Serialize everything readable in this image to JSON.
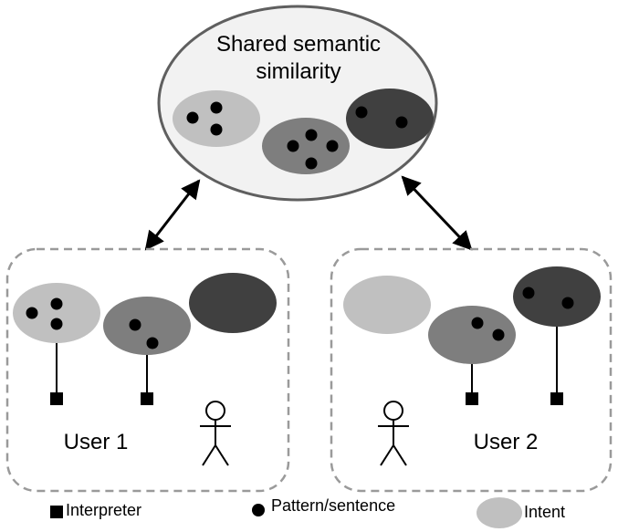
{
  "shared": {
    "title_line1": "Shared semantic",
    "title_line2": "similarity"
  },
  "users": [
    {
      "label": "User 1"
    },
    {
      "label": "User 2"
    }
  ],
  "legend": {
    "interpreter": "Interpreter",
    "pattern": "Pattern/sentence",
    "intent": "Intent"
  },
  "intent_colors": {
    "light": "#c0c0c0",
    "medium": "#7e7e7e",
    "dark": "#404040"
  },
  "colors": {
    "shared_fill": "#f2f2f2",
    "shared_stroke": "#5f5f5f",
    "user_box_stroke": "#9a9a9a"
  },
  "pattern_counts": {
    "shared": {
      "light": 3,
      "medium": 4,
      "dark": 2
    },
    "user1": {
      "light": 3,
      "medium": 2,
      "dark": 0
    },
    "user2": {
      "light": 0,
      "medium": 2,
      "dark": 2
    }
  }
}
